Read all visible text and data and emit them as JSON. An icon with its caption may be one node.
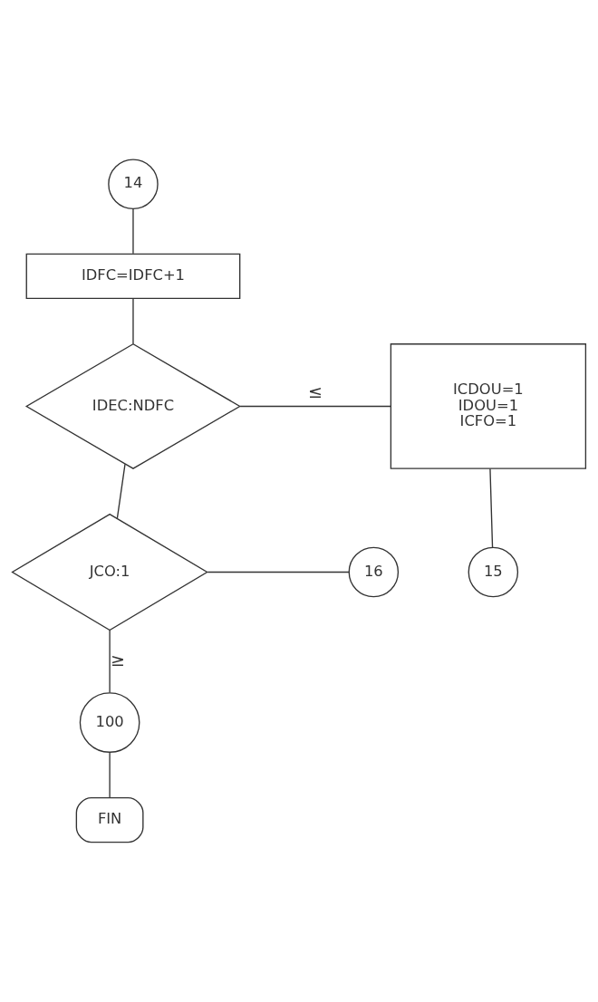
{
  "diagram": {
    "nodes": [
      {
        "text": [
          "14"
        ]
      },
      {
        "text": [
          "IDFC=IDFC+1"
        ]
      },
      {
        "text": [
          "IDEC:NDFC"
        ]
      },
      {
        "text": [
          "ICDOU=1",
          "IDOU=1",
          "ICFO=1"
        ]
      },
      {
        "text": [
          "15"
        ]
      },
      {
        "text": [
          "16"
        ]
      },
      {
        "text": [
          "JCO:1"
        ]
      },
      {
        "text": [
          "100"
        ]
      },
      {
        "text": [
          "FIN"
        ]
      }
    ],
    "edges": [
      {
        "from": 0,
        "to": 1,
        "arrow": "none"
      },
      {
        "from": 1,
        "to": 2,
        "arrow": "none"
      },
      {
        "from": 2,
        "to": 3,
        "arrow": "none",
        "label": "≤"
      },
      {
        "from": 3,
        "to": 4,
        "arrow": "none"
      },
      {
        "from": 2,
        "to": 6,
        "arrow": "none"
      },
      {
        "from": 6,
        "to": 5,
        "arrow": "none"
      },
      {
        "from": 6,
        "to": 7,
        "arrow": "none",
        "label": "≥"
      },
      {
        "from": 7,
        "to": 8,
        "arrow": "none"
      }
    ]
  }
}
